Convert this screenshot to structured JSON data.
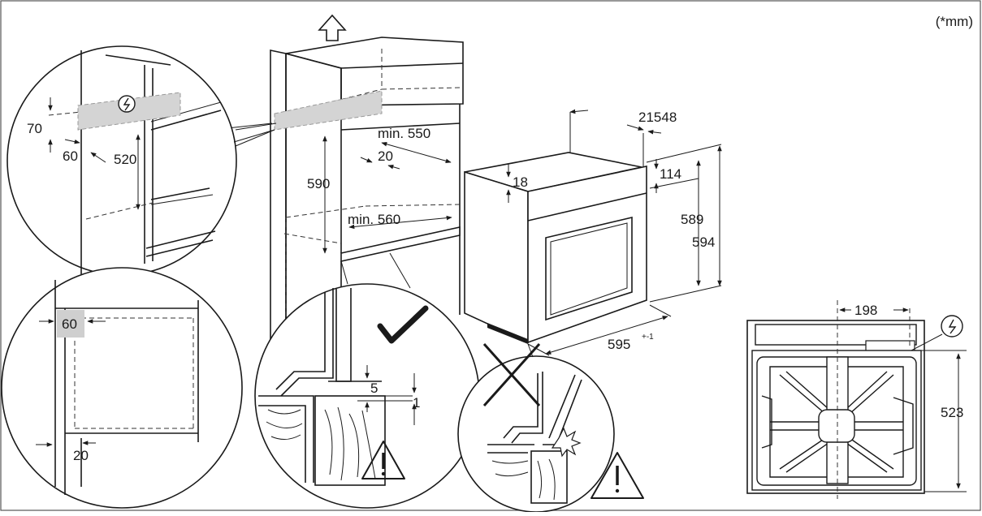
{
  "unit_note": "(*mm)",
  "labels": {
    "d70": "70",
    "d60a": "60",
    "d520": "520",
    "d590": "590",
    "min550": "min. 550",
    "d20a": "20",
    "min560": "min. 560",
    "d60b": "60",
    "d20b": "20",
    "d5": "5",
    "d1": "1",
    "d21548": "21548",
    "d18": "18",
    "d114": "114",
    "d589": "589",
    "d594": "594",
    "d595": "595",
    "d595_tol": "+-1",
    "d198": "198",
    "d523": "523"
  },
  "icons": [
    "arrow-up-icon",
    "power-symbol-icon",
    "check-mark-icon",
    "cross-mark-icon",
    "warning-triangle-icon",
    "spark-icon"
  ]
}
